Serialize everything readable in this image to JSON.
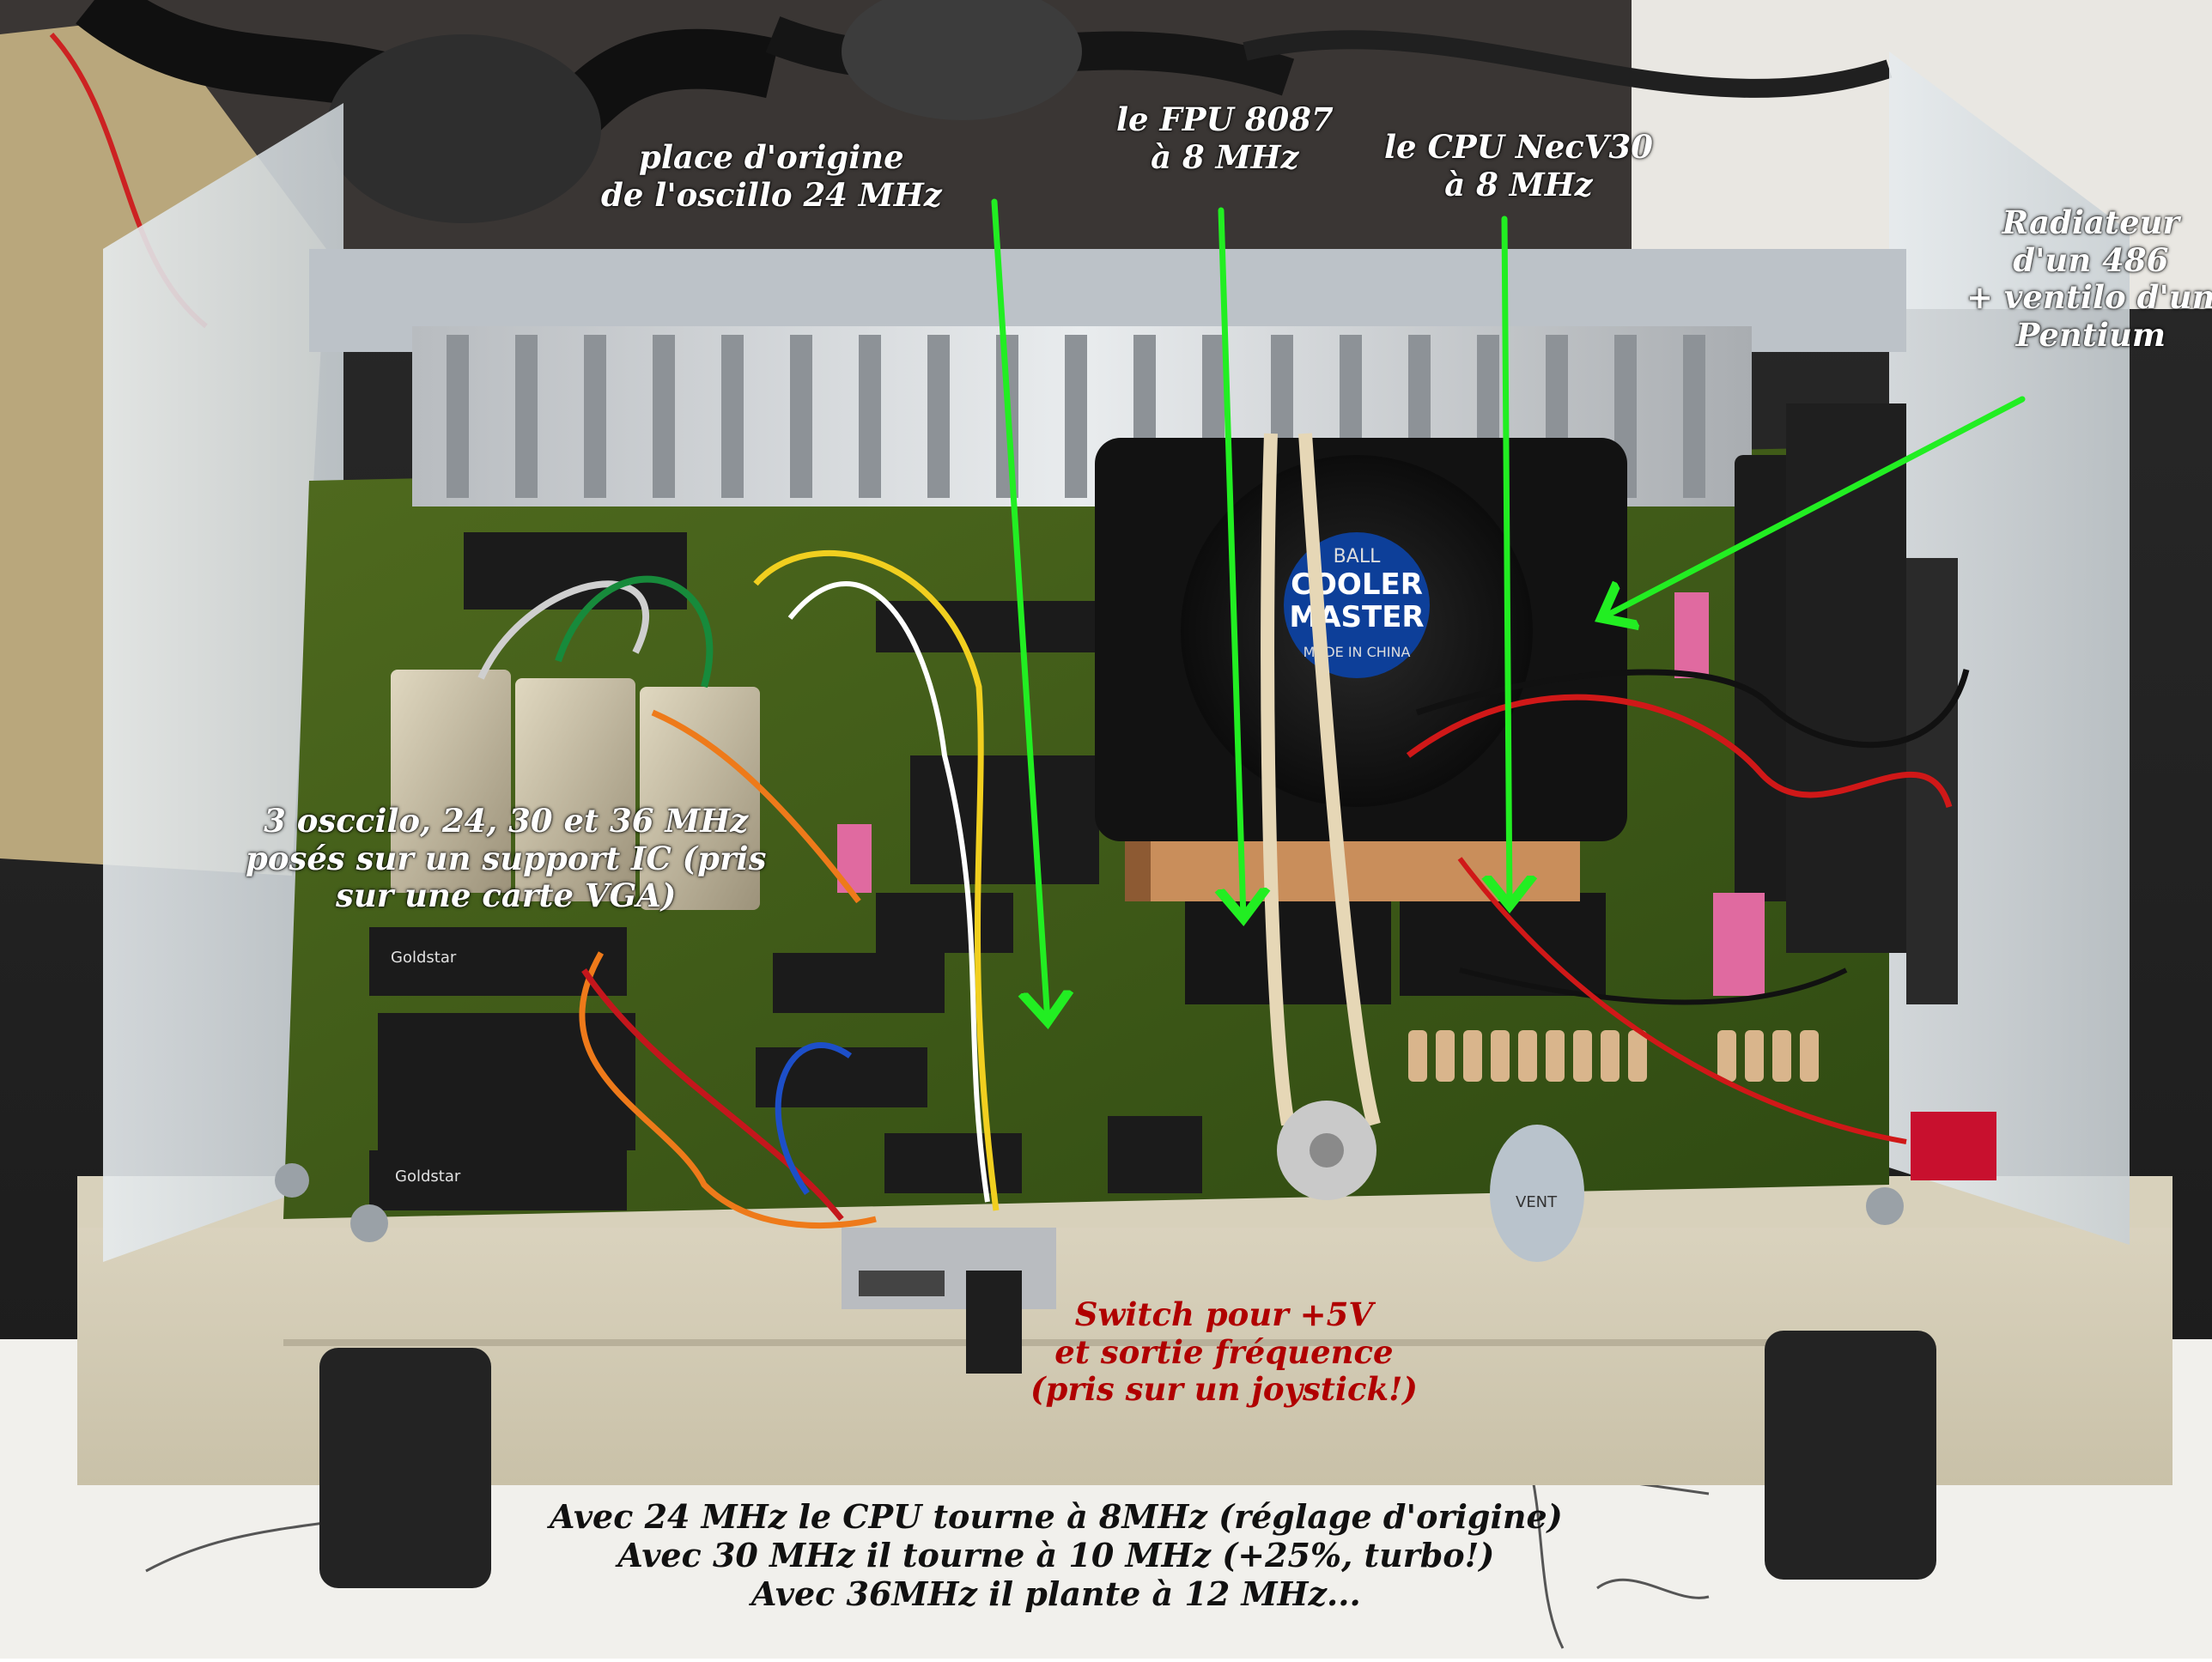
{
  "annotations": {
    "oscillo_origin": {
      "lines": [
        "place d'origine",
        "de l'oscillo 24 MHz"
      ]
    },
    "fpu": {
      "lines": [
        "le FPU 8087",
        "à 8 MHz"
      ]
    },
    "cpu": {
      "lines": [
        "le CPU NecV30",
        "à 8 MHz"
      ]
    },
    "radiator": {
      "lines": [
        "Radiateur",
        "d'un 486",
        "+ ventilo d'un",
        "Pentium"
      ]
    },
    "three_oscillators": {
      "lines": [
        "3 osccilo, 24, 30 et 36 MHz",
        "posés sur un support IC (pris",
        "sur une carte VGA)"
      ]
    },
    "switch": {
      "lines": [
        "Switch pour +5V",
        "et sortie fréquence",
        "(pris sur un joystick!)"
      ]
    },
    "bottom_notes": {
      "lines": [
        "Avec 24 MHz le CPU tourne à 8MHz (réglage d'origine)",
        "Avec 30 MHz il tourne à 10 MHz (+25%, turbo!)",
        "Avec 36MHz il plante à 12 MHz..."
      ]
    }
  },
  "photo_markings": {
    "fan_brand": [
      "COOLER",
      "MASTER"
    ],
    "fan_ball": "BALL",
    "fan_made": "MADE IN CHINA",
    "chip_1": "Goldstar",
    "chip_2": "Goldstar",
    "capacitor": "VENT"
  },
  "colors": {
    "arrow": "#22ee22",
    "label_white": "#ffffff",
    "label_black": "#111111",
    "label_red": "#b00000"
  }
}
